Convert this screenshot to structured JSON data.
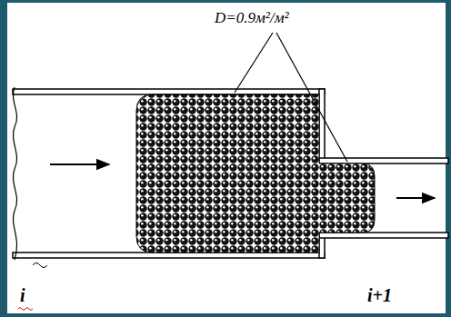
{
  "diagram": {
    "labels": [
      "D=0.9м²/м²",
      "i",
      "i+1"
    ]
  }
}
